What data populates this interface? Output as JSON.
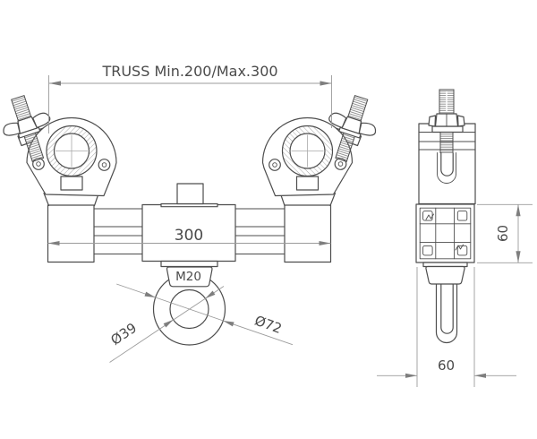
{
  "drawing": {
    "labels": {
      "truss_span": "TRUSS Min.200/Max.300",
      "overall_width": "300",
      "thread_size": "M20",
      "eye_inner_diameter": "Ø39",
      "eye_outer_diameter": "Ø72",
      "profile_height": "60",
      "profile_width": "60"
    },
    "colors": {
      "background": "#ffffff",
      "object_line": "#4d4d4d",
      "dimension_line": "#9b9b9b",
      "arrow_fill": "#7e7e7e",
      "text_color": "#4a4a4a",
      "hatch_line": "#8f8f8f"
    }
  }
}
